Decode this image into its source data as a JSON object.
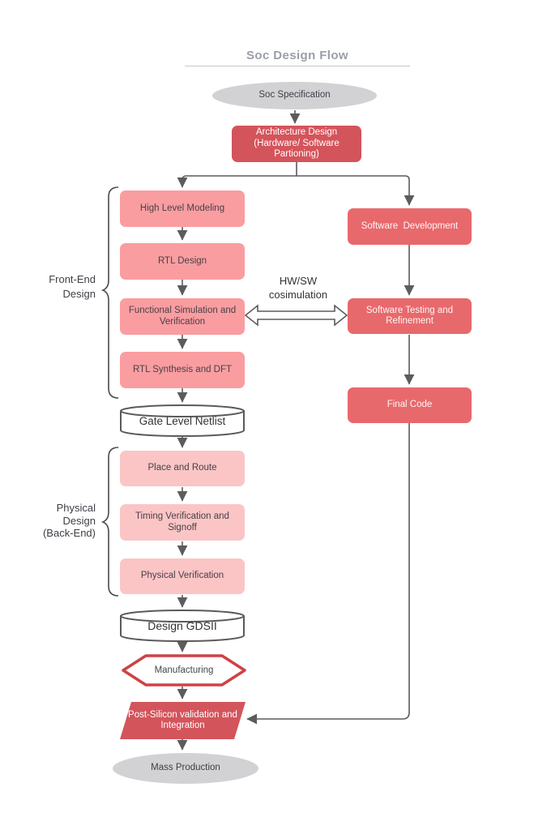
{
  "title": "Soc Design Flow",
  "nodes": {
    "soc_specification": "Soc Specification",
    "architecture_design": "Architecture Design\n(Hardware/ Software\nPartioning)",
    "high_level_modeling": "High Level Modeling",
    "rtl_design": "RTL Design",
    "functional_simulation": "Functional Simulation and\nVerification",
    "rtl_synthesis": "RTL Synthesis and DFT",
    "gate_level_netlist": "Gate Level Netlist",
    "place_and_route": "Place and Route",
    "timing_verification": "Timing Verification and\nSignoff",
    "physical_verification": "Physical Verification",
    "design_gdsii": "Design GDSII",
    "manufacturing": "Manufacturing",
    "post_silicon": "Post-Silicon validation and\nIntegration",
    "mass_production": "Mass Production",
    "software_development": "Software  Development",
    "software_testing": "Software Testing and\nRefinement",
    "final_code": "Final Code"
  },
  "group_labels": {
    "front_end": "Front-End\nDesign",
    "physical_design": "Physical\nDesign\n(Back-End)"
  },
  "annotations": {
    "cosimulation": "HW/SW\ncosimulation"
  },
  "colors": {
    "dark_red": "#d4545b",
    "medium_red": "#e8696c",
    "light_pink": "#f99da1",
    "pale_pink": "#fbc5c6",
    "gray_shape": "#d2d2d5",
    "hexagon_border": "#cf4146",
    "connector": "#5c5c5c",
    "title_text": "#999ea9"
  }
}
